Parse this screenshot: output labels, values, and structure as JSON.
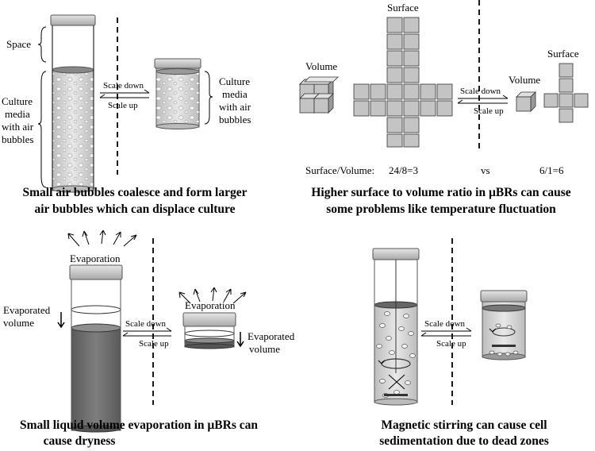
{
  "panel_a": {
    "space_label": "Space",
    "culture_left": [
      "Culture",
      "media",
      "with air",
      "bubbles"
    ],
    "culture_right": [
      "Culture",
      "media",
      "with air",
      "bubbles"
    ],
    "scale_down": "Scale down",
    "scale_up": "Scale up",
    "caption": [
      "Small air bubbles coalesce and form larger",
      "air bubbles which can displace culture"
    ]
  },
  "panel_b": {
    "volume_label_left": "Volume",
    "surface_label_top": "Surface",
    "volume_label_right": "Volume",
    "surface_label_right": "Surface",
    "scale_down": "Scale down",
    "scale_up": "Scale up",
    "ratio_label": "Surface/Volume:",
    "ratio_big": "24/8=3",
    "vs": "vs",
    "ratio_small": "6/1=6",
    "caption": [
      "Higher surface to volume ratio in µBRs can cause",
      "some problems like temperature fluctuation"
    ]
  },
  "panel_c": {
    "evaporation_big": "Evaporation",
    "evaporation_small": "Evaporation",
    "evap_volume_left": [
      "Evaporated",
      "volume"
    ],
    "evap_volume_right": [
      "Evaporated",
      "volume"
    ],
    "scale_down": "Scale down",
    "scale_up": "Scale up",
    "caption": [
      "Small liquid volume evaporation in µBRs can",
      "cause dryness"
    ]
  },
  "panel_d": {
    "scale_down": "Scale down",
    "scale_up": "Scale up",
    "caption": [
      "Magnetic stirring can cause cell",
      "sedimentation due to dead zones"
    ]
  },
  "colors": {
    "cap_fill": "#c8c8c8",
    "liquid_dark": "#6e6e6e",
    "liquid_light": "#dcdcdc",
    "cube_face": "#c4c4c4"
  }
}
